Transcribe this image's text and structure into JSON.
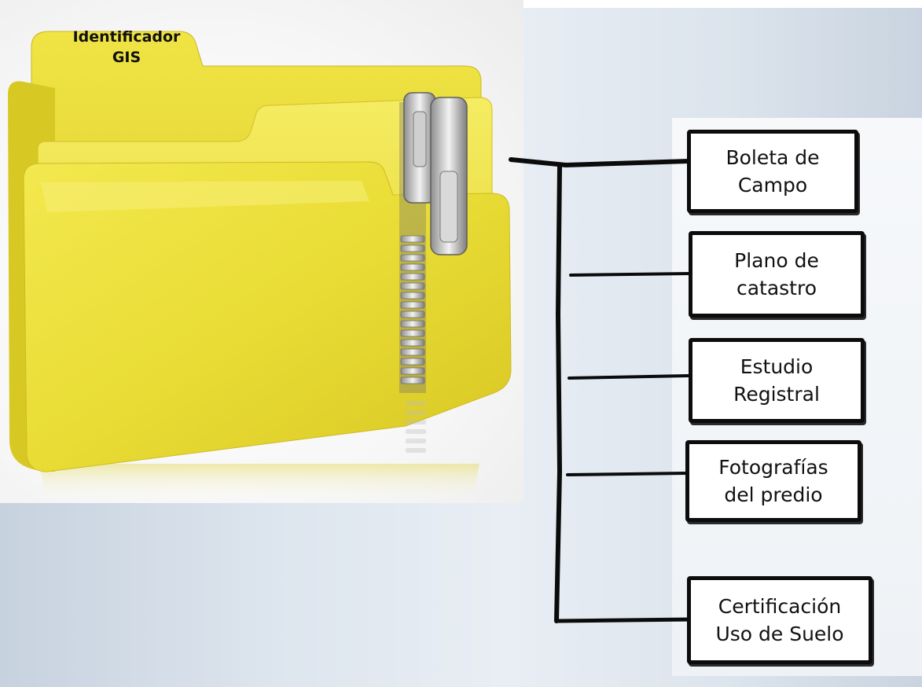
{
  "folder": {
    "tab_label_line1": "Identificador",
    "tab_label_line2": "GIS"
  },
  "documents": [
    {
      "label": "Boleta de\nCampo"
    },
    {
      "label": "Plano de\ncatastro"
    },
    {
      "label": "Estudio\nRegistral"
    },
    {
      "label": "Fotografías\ndel predio"
    },
    {
      "label": "Certificación\nUso de Suelo"
    }
  ],
  "colors": {
    "folder_yellow": "#e8d930",
    "folder_shadow": "#b9a81a",
    "box_border": "#0c0c0c",
    "background_blue": "#d6dfe8"
  }
}
